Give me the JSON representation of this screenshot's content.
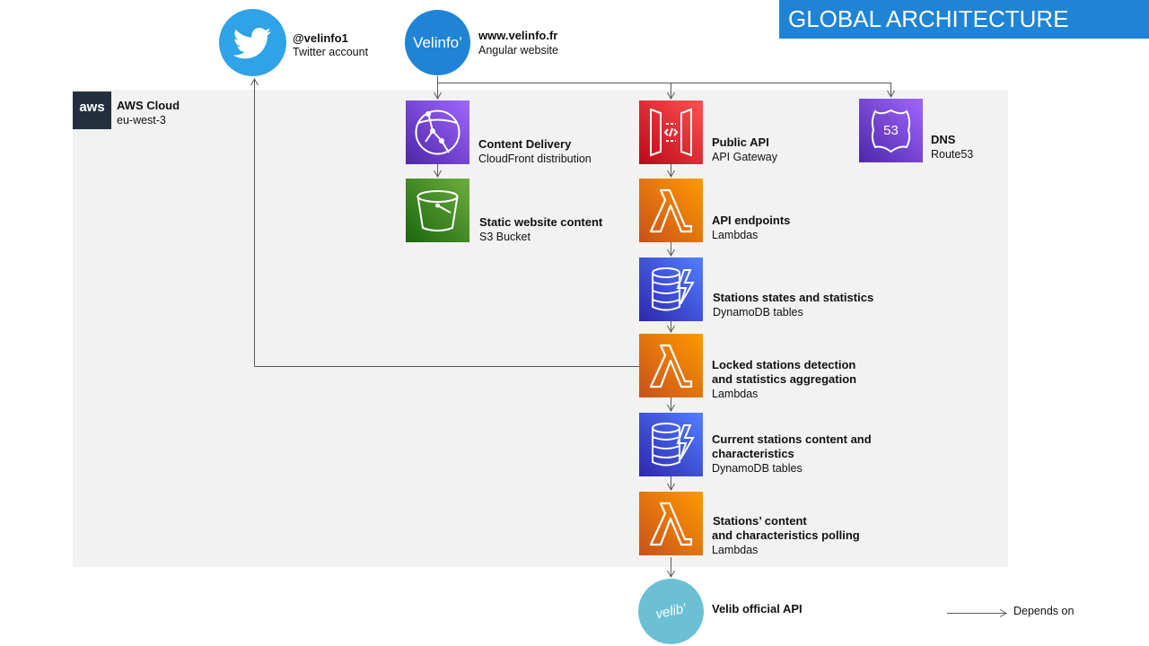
{
  "header": {
    "title": "GLOBAL ARCHITECTURE"
  },
  "external": {
    "twitter": {
      "title": "@velinfo1",
      "subtitle": "Twitter account"
    },
    "website": {
      "logo_text": "Velinfo’",
      "title": "www.velinfo.fr",
      "subtitle": "Angular website"
    },
    "velib": {
      "logo_text": "velib’",
      "title": "Velib official API"
    }
  },
  "aws": {
    "logo_text": "aws",
    "title": "AWS Cloud",
    "region": "eu-west-3"
  },
  "services": {
    "cloudfront": {
      "title": "Content Delivery",
      "subtitle": "CloudFront  distribution"
    },
    "s3": {
      "title": "Static website content",
      "subtitle": "S3 Bucket"
    },
    "apigw": {
      "title": "Public API",
      "subtitle": "API Gateway"
    },
    "route53": {
      "title": "DNS",
      "subtitle": "Route53",
      "badge": "53"
    },
    "lambda_api": {
      "title": "API endpoints",
      "subtitle": "Lambdas"
    },
    "ddb_states": {
      "title": "Stations states  and statistics",
      "subtitle": "DynamoDB  tables"
    },
    "lambda_locked": {
      "title_line1": "Locked stations  detection",
      "title_line2": "and statistics  aggregation",
      "subtitle": "Lambdas"
    },
    "ddb_current": {
      "title_line1": "Current stations  content and",
      "title_line2": "characteristics",
      "subtitle": "DynamoDB  tables"
    },
    "lambda_polling": {
      "title_line1": "Stations’ content",
      "title_line2": "and characteristics  polling",
      "subtitle": "Lambdas"
    }
  },
  "legend": {
    "label": "Depends  on"
  },
  "colors": {
    "title_bar": "#1f84d6",
    "aws_region": "#f2f2f2",
    "aws_logo": "#232f3e",
    "twitter": "#2fa2e8",
    "velinfo": "#1f84d6",
    "velib": "#6cc0d6",
    "purple": "#8c4fff",
    "green": "#3f8624",
    "red": "#e7157b",
    "orange": "#ed7100",
    "blue": "#3b48cc",
    "connector": "#595959"
  },
  "icons": {
    "twitter": "twitter-bird-icon",
    "cloudfront": "cloudfront-icon",
    "s3": "s3-bucket-icon",
    "apigw": "api-gateway-icon",
    "route53": "route53-shield-icon",
    "lambda": "lambda-icon",
    "dynamodb": "dynamodb-icon"
  }
}
